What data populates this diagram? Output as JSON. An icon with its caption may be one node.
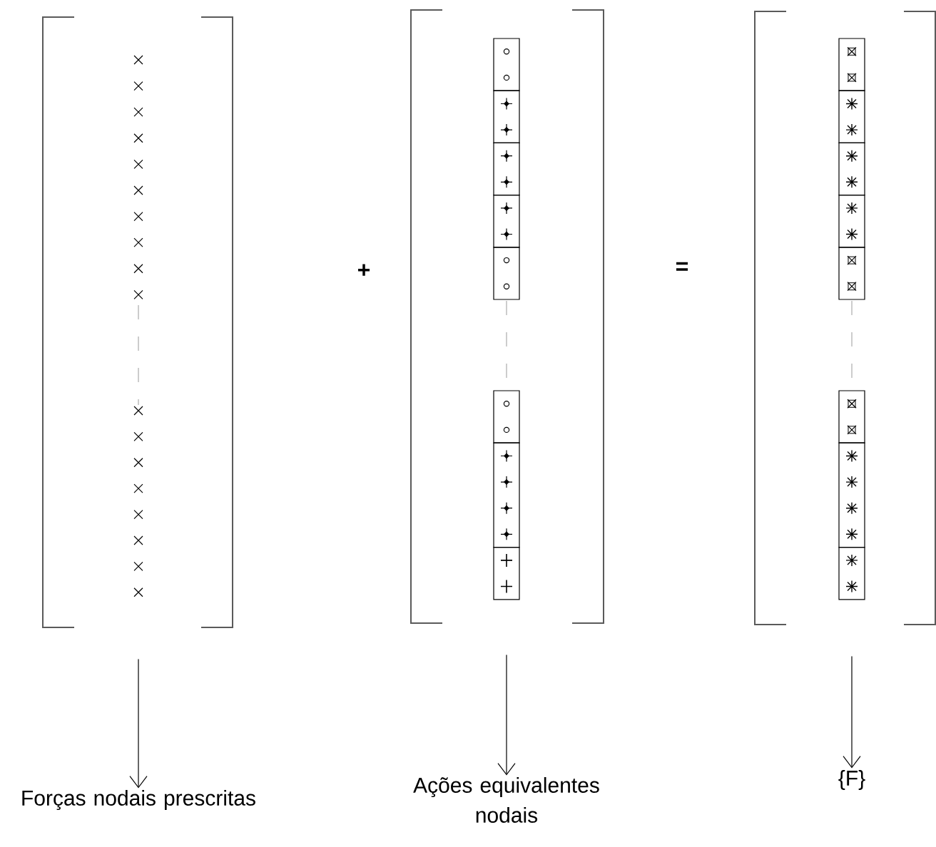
{
  "diagram": {
    "nodes": [
      {
        "text": [],
        "shape": "bracket"
      },
      {
        "text": [],
        "shape": "bracket"
      },
      {
        "text": [],
        "shape": "bracket"
      },
      {
        "text": [
          "Forças nodais prescritas"
        ]
      },
      {
        "text": [
          "Ações equivalentes nodais"
        ]
      },
      {
        "text": [
          "{F}"
        ]
      }
    ],
    "edges": [
      {
        "from": 0,
        "to": 3,
        "arrow": "to"
      },
      {
        "from": 1,
        "to": 4,
        "arrow": "to"
      },
      {
        "from": 2,
        "to": 5,
        "arrow": "to"
      }
    ],
    "labels": [
      "+",
      "="
    ]
  }
}
